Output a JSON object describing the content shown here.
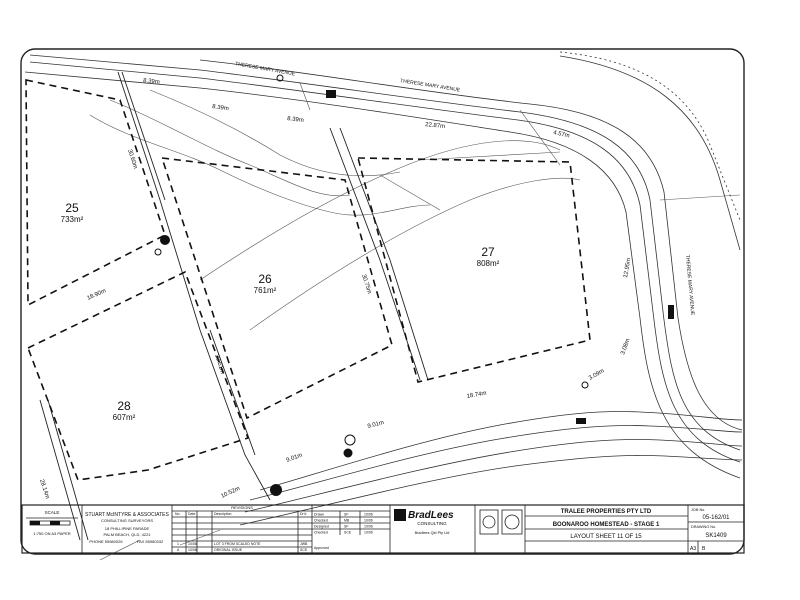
{
  "lots": [
    {
      "number": "25",
      "area": "733m²"
    },
    {
      "number": "26",
      "area": "761m²"
    },
    {
      "number": "27",
      "area": "808m²"
    },
    {
      "number": "28",
      "area": "607m²"
    }
  ],
  "streets": {
    "top_upper": "THERESE MARY AVENUE",
    "top_lower": "THERESE MARY AVENUE",
    "right": "THERESE MARY AVENUE"
  },
  "dimensions": {
    "top_1": "8.39m",
    "top_2": "8.39m",
    "top_3": "8.39m",
    "top_4": "22.87m",
    "top_5": "4.57m",
    "lot25_side": "18.90m",
    "lot26_left": "30.60m",
    "lot26_lower": "30.61m",
    "lot27_side": "30.75m",
    "right_1": "12.95m",
    "right_2": "3.08m",
    "right_3": "3.09m",
    "bottom_1": "18.74m",
    "bottom_2": "9.01m",
    "bottom_3": "9.01m",
    "bottom_4": "10.52m",
    "lot28_left": "28.14m"
  },
  "title_block": {
    "scale_label": "SCALE",
    "scale_note": "1:750 ON A3 PAPER",
    "surveyor_name": "STUART McINTYRE & ASSOCIATES",
    "surveyor_sub": "CONSULTING SURVEYORS",
    "surveyor_address": "18 PHILLIPINE PARADE",
    "surveyor_city": "PALM BEACH, QLD, 4221",
    "surveyor_phone": "PHONE 55980026",
    "surveyor_fax": "FAX 55980332",
    "revisions_title": "REVISIONS",
    "rev_headers": [
      "No.",
      "Date",
      "Description",
      "Dr'd"
    ],
    "rev_row_1": {
      "no": "1",
      "date": "10/06",
      "desc": "LOT 3 FROM SCALED NOTE",
      "by": "JWB"
    },
    "rev_row_2": {
      "no": "A",
      "date": "10/06",
      "desc": "ORIGINAL ISSUE",
      "by": "SCE"
    },
    "checks": [
      {
        "label": "Drawn",
        "by": "SF",
        "date": "10/06"
      },
      {
        "label": "Checked",
        "by": "MB",
        "date": "10/06"
      },
      {
        "label": "Designed",
        "by": "SF",
        "date": "10/06"
      },
      {
        "label": "Checked",
        "by": "SCE",
        "date": "10/06"
      }
    ],
    "approved_label": "Approved",
    "company": "BradLees",
    "company_sub": "CONSULTING",
    "company_full": "Bradlees Qld Pty Ltd",
    "client": "TRALEE PROPERTIES PTY LTD",
    "project": "BOONAROO HOMESTEAD - STAGE 1",
    "sheet_title": "LAYOUT SHEET 11 OF 15",
    "job_label": "JOB No.",
    "job_no": "05-162/01",
    "drawing_label": "DRAWING No.",
    "drawing_no": "SK1409",
    "size": "A3",
    "rev": "B"
  }
}
